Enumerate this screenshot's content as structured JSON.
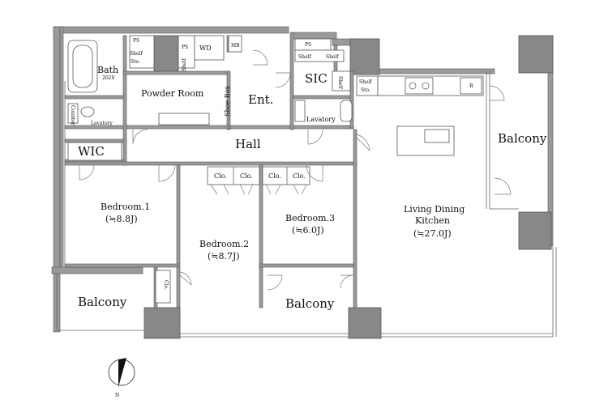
{
  "rooms": {
    "bath": "Bath",
    "bath_year": "2020",
    "powder_room": "Powder Room",
    "shoe_box": "Shoe Box",
    "entrance": "Ent.",
    "sic": "SIC",
    "lavatory_left": "Lavatory",
    "lavatory_right": "Lavatory",
    "wic": "WIC",
    "hall": "Hall",
    "bedroom1": "Bedroom.1",
    "bedroom1_size": "(≒8.8J)",
    "bedroom2": "Bedroom.2",
    "bedroom2_size": "(≒8.7J)",
    "bedroom3": "Bedroom.3",
    "bedroom3_size": "(≒6.0J)",
    "ldk_line1": "Living Dining",
    "ldk_line2": "Kitchen",
    "ldk_size": "(≒27.0J)",
    "balcony_left": "Balcony",
    "balcony_mid": "Balcony",
    "balcony_right": "Balcony"
  },
  "small_labels": {
    "ps1": "PS",
    "ps2": "PS",
    "ps3": "PS",
    "wd": "WD",
    "mb": "MB",
    "shelf_sto": "Shelf",
    "sto": "Sto.",
    "shelf_ps": "Shelf",
    "shelf_sic1": "Shelf",
    "shelf_sic2": "Shelf",
    "shelf_sic3": "Shelf",
    "shelf_kitchen": "Shelf",
    "sto_kitchen": "Sto.",
    "counter": "Counter",
    "fridge": "R",
    "clo1": "Clo.",
    "clo2": "Clo.",
    "clo3": "Clo.",
    "clo4": "Clo.",
    "clo5": "Clo."
  },
  "compass": {
    "north": "N"
  }
}
